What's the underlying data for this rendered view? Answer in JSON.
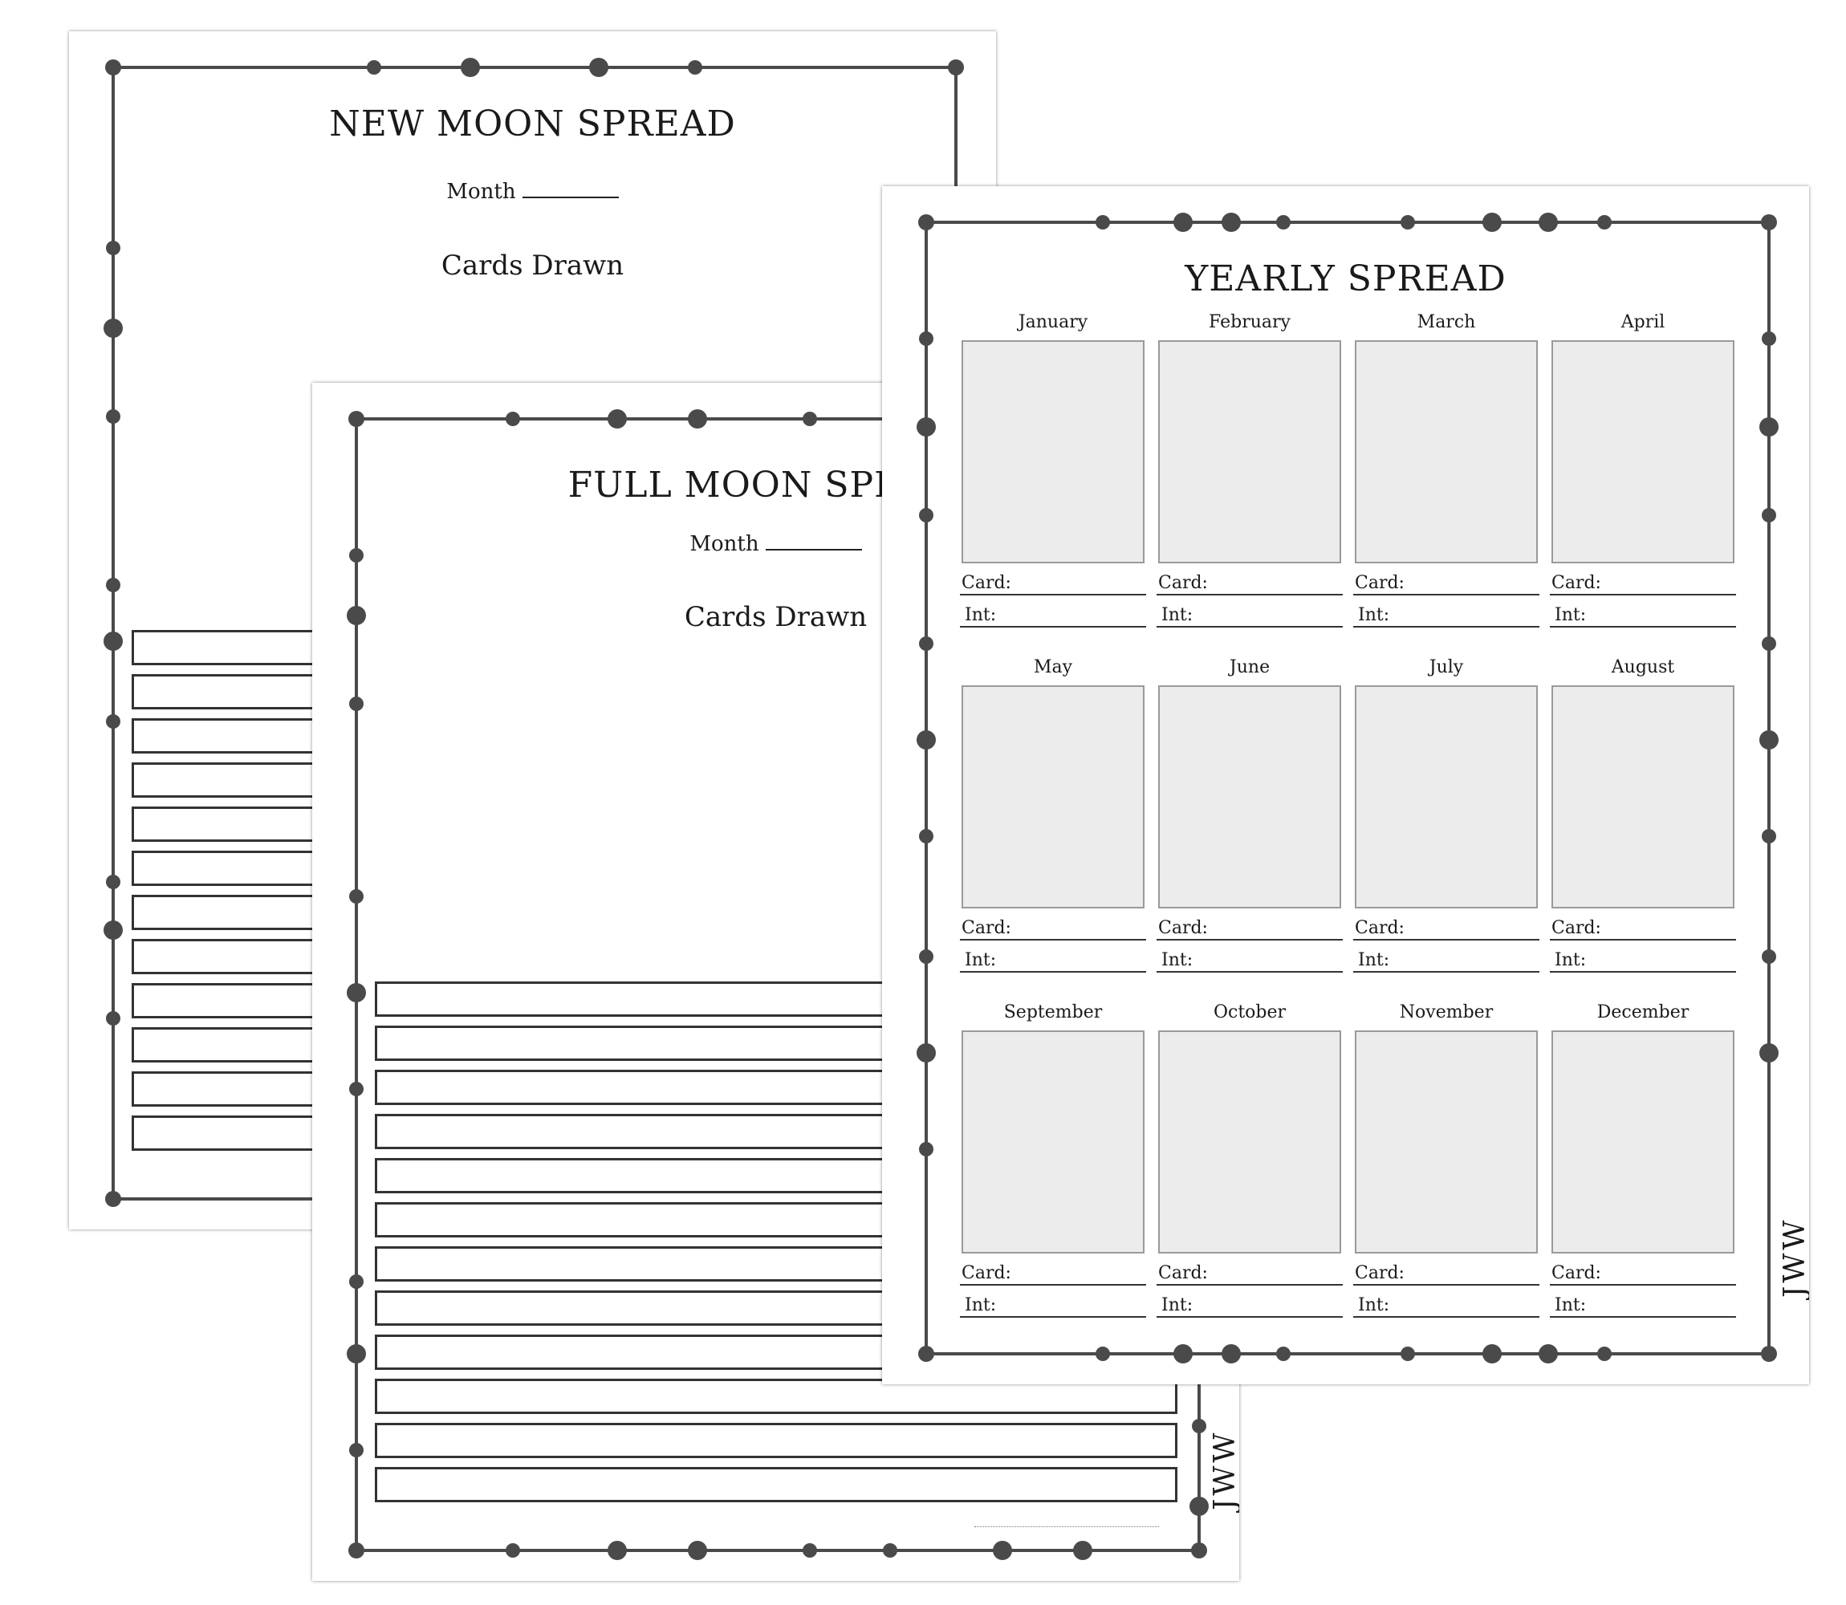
{
  "new_moon": {
    "title": "NEW MOON SPREAD",
    "month_label": "Month",
    "cards_drawn_label": "Cards Drawn",
    "line_count": 12
  },
  "full_moon": {
    "title": "FULL MOON SPREAD",
    "month_label": "Month",
    "cards_drawn_label": "Cards Drawn",
    "line_count": 12,
    "signature": "JWW"
  },
  "yearly": {
    "title": "YEARLY SPREAD",
    "card_label": "Card:",
    "int_label": "Int:",
    "signature": "JWW",
    "months": [
      "January",
      "February",
      "March",
      "April",
      "May",
      "June",
      "July",
      "August",
      "September",
      "October",
      "November",
      "December"
    ]
  },
  "colors": {
    "ornament": "#4a4a4a",
    "card_fill": "#ececec",
    "card_border": "#9a9a9a"
  }
}
